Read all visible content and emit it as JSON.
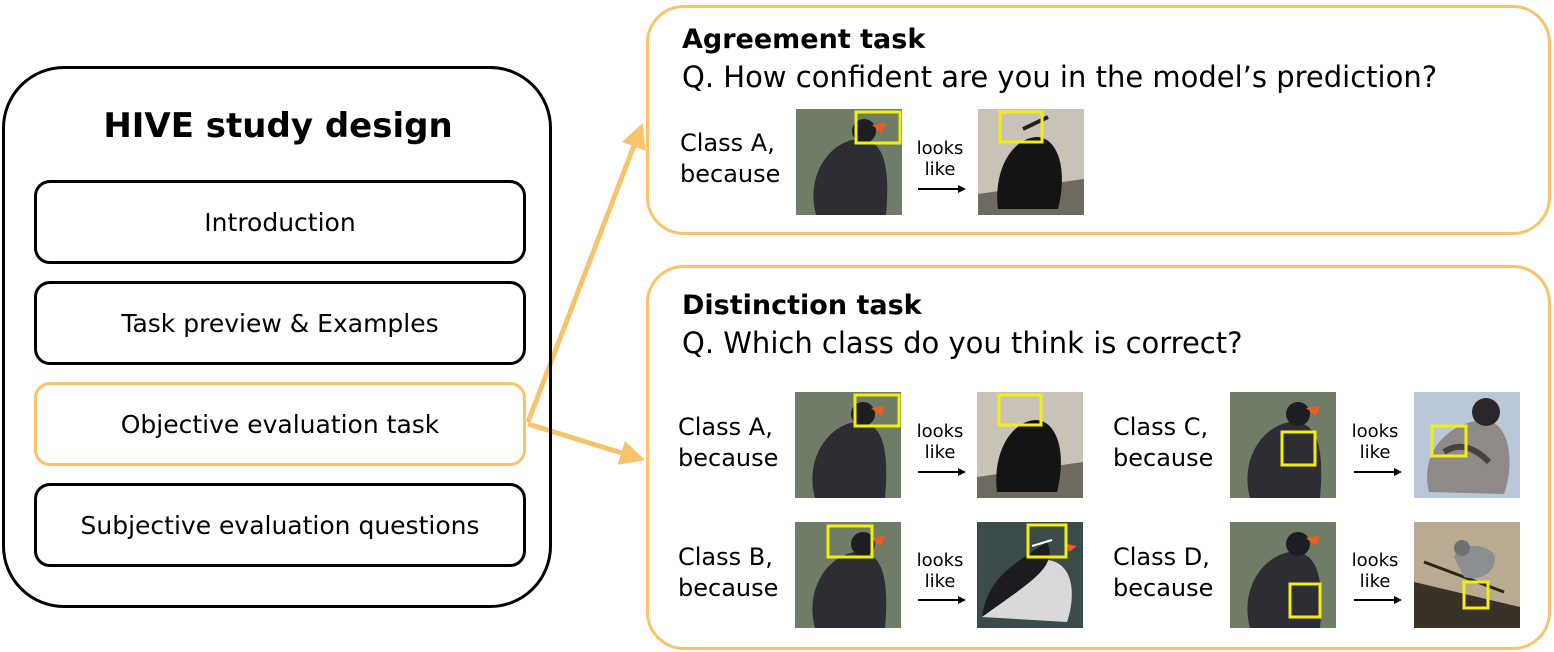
{
  "design": {
    "title": "HIVE study design",
    "steps": [
      "Introduction",
      "Task preview & Examples",
      "Objective evaluation task",
      "Subjective evaluation questions"
    ]
  },
  "agreement": {
    "title": "Agreement task",
    "question": "Q. How confident are you in the model’s prediction?",
    "class_label": "Class A,\nbecause",
    "looks_like": "looks\nlike"
  },
  "distinction": {
    "title": "Distinction task",
    "question": "Q. Which class do you think is correct?",
    "items": [
      {
        "class_label": "Class A,\nbecause",
        "looks_like": "looks\nlike"
      },
      {
        "class_label": "Class B,\nbecause",
        "looks_like": "looks\nlike"
      },
      {
        "class_label": "Class C,\nbecause",
        "looks_like": "looks\nlike"
      },
      {
        "class_label": "Class D,\nbecause",
        "looks_like": "looks\nlike"
      }
    ]
  },
  "colors": {
    "accent": "#f7c36b",
    "highlight_box": "#f2ee12",
    "border": "#000000"
  }
}
